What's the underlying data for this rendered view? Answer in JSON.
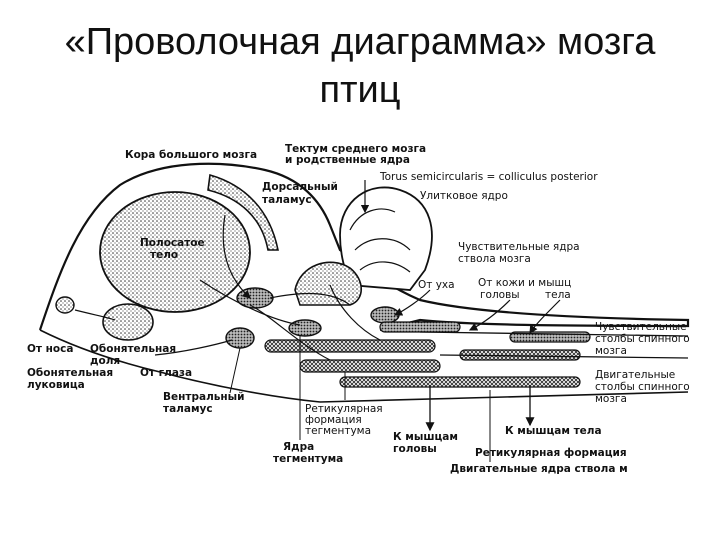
{
  "title": {
    "line1": "«Проволочная диаграмма» мозга",
    "line2": "птиц"
  },
  "labels": {
    "cortex": "Кора большого мозга",
    "tectum1": "Тектум среднего мозга",
    "tectum2": "и родственные ядра",
    "torus": "Torus semicircularis = colliculus posterior",
    "dorsal1": "Дорсальный",
    "dorsal2": "таламус",
    "cochlear": "Улитковое ядро",
    "striatum1": "Полосатое",
    "striatum2": "тело",
    "sensory_stem1": "Чувствительные ядра",
    "sensory_stem2": "ствола мозга",
    "from_ear": "От уха",
    "from_skin1": "От кожи и мышц",
    "from_skin2": "головы",
    "from_skin3": "тела",
    "sensory_cols1": "Чувствительные",
    "sensory_cols2": "столбы спинного",
    "sensory_cols3": "мозга",
    "from_nose": "От носа",
    "olf_area1": "Обонятельная",
    "olf_area2": "доля",
    "olf_bulb1": "Обонятельная",
    "olf_bulb2": "луковица",
    "from_eye": "От глаза",
    "motor_cols1": "Двигательные",
    "motor_cols2": "столбы спинного",
    "motor_cols3": "мозга",
    "ventral1": "Вентральный",
    "ventral2": "таламус",
    "reticular_teg1": "Ретикулярная",
    "reticular_teg2": "формация",
    "reticular_teg3": "тегментума",
    "to_head_muscles1": "К мышцам",
    "to_head_muscles2": "головы",
    "to_body_muscles": "К мышцам тела",
    "teg_nuclei1": "Ядра",
    "teg_nuclei2": "тегментума",
    "reticular_form": "Ретикулярная формация",
    "motor_stem": "Двигательные ядра ствола м"
  }
}
